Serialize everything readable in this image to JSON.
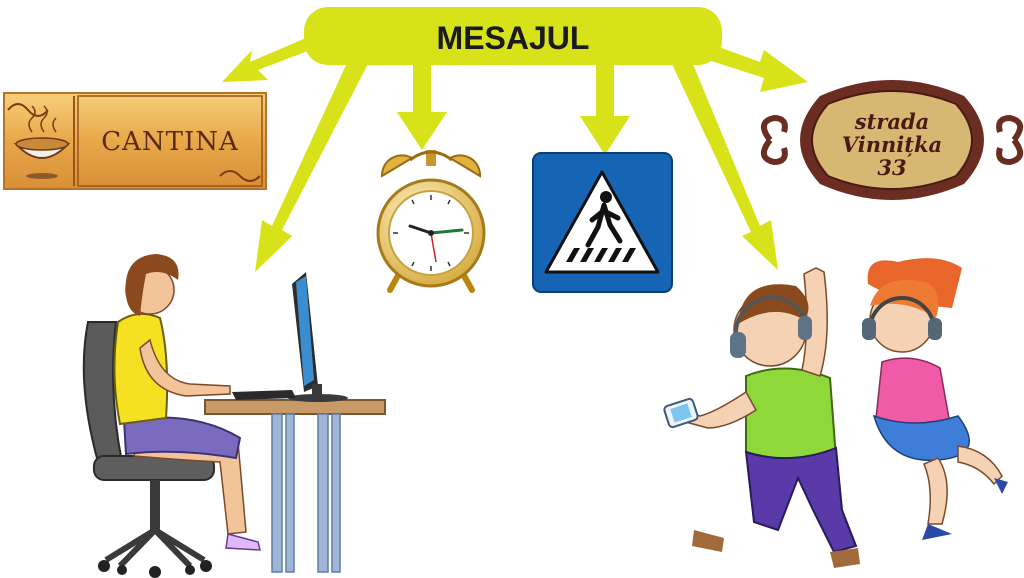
{
  "colors": {
    "accent": "#d7e218",
    "title_text": "#1a1a1a",
    "sign_blue": "#1664b4",
    "plaque_brown": "#6b2d22",
    "plaque_gold": "#d7b872"
  },
  "title": "MESAJUL",
  "cantina_label": "CANTINA",
  "street_sign": {
    "line1": "strada",
    "line2": "Vinnițka",
    "line3": "33"
  },
  "icons": [
    "soup-bowl-icon",
    "alarm-clock-icon",
    "pedestrian-crossing-sign-icon",
    "headphones-icon",
    "smartphone-icon",
    "computer-monitor-icon"
  ]
}
